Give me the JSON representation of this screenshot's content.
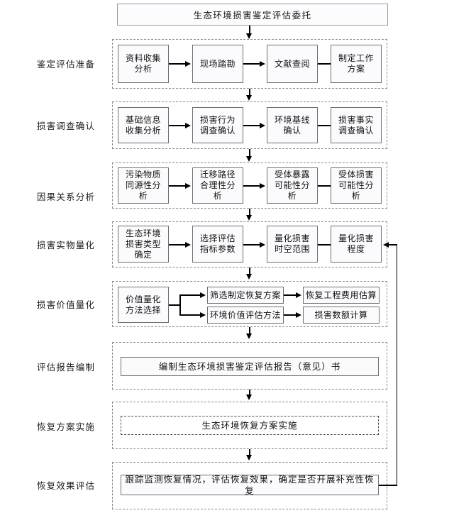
{
  "diagram": {
    "title_node": "生态环境损害鉴定评估委托",
    "stages": [
      {
        "label": "鉴定评估准备",
        "layout": "chain4",
        "nodes": [
          "资料收集\n分析",
          "现场踏勘",
          "文献查阅",
          "制定工作\n方案"
        ]
      },
      {
        "label": "损害调查确认",
        "layout": "chain4",
        "nodes": [
          "基础信息\n收集分析",
          "损害行为\n调查确认",
          "环境基线\n确认",
          "损害事实\n调查确认"
        ]
      },
      {
        "label": "因果关系分析",
        "layout": "chain4",
        "nodes": [
          "污染物质\n同源性分\n析",
          "迁移路径\n合理性分\n析",
          "受体暴露\n可能性分\n析",
          "受体损害\n可能性分\n析"
        ]
      },
      {
        "label": "损害实物量化",
        "layout": "chain4",
        "nodes": [
          "生态环境\n损害类型\n确定",
          "选择评估\n指标参数",
          "量化损害\n时空范围",
          "量化损害\n程度"
        ]
      },
      {
        "label": "损害价值量化",
        "layout": "branch",
        "nodes": [
          "价值量化\n方法选择",
          "筛选制定恢复方案",
          "恢复工程费用估算",
          "环境价值评估方法",
          "损害数额计算"
        ]
      },
      {
        "label": "评估报告编制",
        "layout": "single",
        "nodes": [
          "编制生态环境损害鉴定评估报告（意见）书"
        ]
      },
      {
        "label": "恢复方案实施",
        "layout": "single-dashed",
        "nodes": [
          "生态环境恢复方案实施"
        ]
      },
      {
        "label": "恢复效果评估",
        "layout": "single",
        "nodes": [
          "跟踪监测恢复情况，评估恢复效果，确定是否开展补充性恢复"
        ]
      }
    ],
    "feedback_arrow": {
      "from_stage": "恢复效果评估",
      "to_stage": "损害实物量化",
      "to_node": "量化损害\n程度"
    },
    "colors": {
      "node_border": "#6f6f73",
      "node_fill": "#fbfbfd",
      "group_border": "#8a8a8a",
      "connector": "#000000",
      "text": "#111111",
      "background": "#ffffff"
    }
  }
}
